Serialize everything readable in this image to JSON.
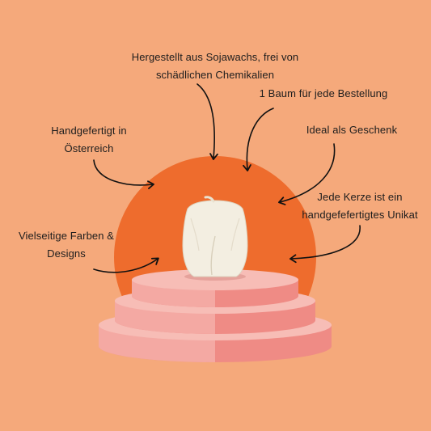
{
  "labels": {
    "sojawachs": [
      "Hergestellt aus Sojawachs, frei von",
      "schädlichen Chemikalien"
    ],
    "baum": [
      "1 Baum für jede Bestellung"
    ],
    "geschenk": [
      "Ideal als Geschenk"
    ],
    "handgefertigt": [
      "Handgefertigt in",
      "Österreich"
    ],
    "unikat": [
      "Jede Kerze ist ein",
      "handgefefertigtes Unikat"
    ],
    "farben": [
      "Vielseitige Farben &",
      "Designs"
    ]
  },
  "colors": {
    "background": "#F5A97B",
    "sun_disc": "#EE6C2D",
    "pedestal_light": "#F4A9A3",
    "pedestal_dark": "#EF8B85",
    "pedestal_top": "#F7BDB6",
    "candle": "#F3EEE1",
    "text": "#1d1d1d"
  },
  "icons": [
    "arrow-icon",
    "candle-icon"
  ]
}
